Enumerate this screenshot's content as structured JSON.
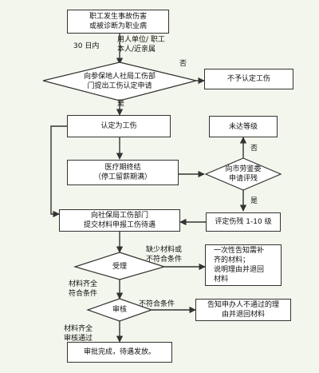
{
  "steps": {
    "injury_line1": "职工发生事故伤害",
    "injury_line2": "或被诊断为职业病",
    "within_30_days": "30 日内",
    "applicants_line1": "用人单位/ 职工",
    "applicants_line2": "本人/近亲属",
    "apply_line1": "向参保地人社局工伤部",
    "apply_line2": "门提出工伤认定申请",
    "no": "否",
    "not_recognized": "不予认定工伤",
    "yes": "是",
    "recognized": "认定为工伤",
    "not_graded": "未达等级",
    "treatment_line1": "医疗期终结",
    "treatment_line2": "（停工留薪期满）",
    "committee_line1": "向市劳鉴委",
    "committee_line2": "申请评残",
    "disability_grade": "评定伤残 1-10 级",
    "submit_line1": "向社保局工伤部门",
    "submit_line2": "提交材料申报工伤待遇",
    "missing_line1": "缺少材料或",
    "missing_line2": "不符合条件",
    "notify_line1": "一次性告知需补",
    "notify_line2": "齐的材料；",
    "notify_line3": "说明理由并退回",
    "notify_line4": "材料",
    "accept": "受理",
    "complete_line1": "材料齐全",
    "complete_line2": "符合条件",
    "unqualified": "不符合条件",
    "review": "审核",
    "reject_line1": "告知申办人不通过的理",
    "reject_line2": "由并退回材料",
    "passed_line1": "材料齐全",
    "passed_line2": "审核通过",
    "done": "审批完成，待遇发放。"
  },
  "colors": {
    "background": "#f3f6ec",
    "node_fill": "#ffffff",
    "line": "#333333"
  }
}
